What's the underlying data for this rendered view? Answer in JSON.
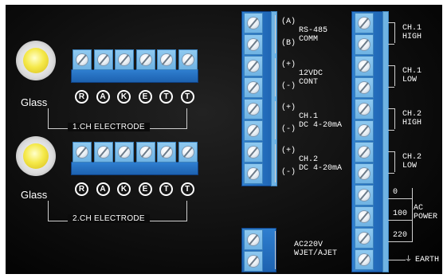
{
  "electrodes": [
    {
      "glass_label": "Glass",
      "letters": [
        "R",
        "A",
        "K",
        "E",
        "T",
        "T"
      ],
      "label": "1.CH ELECTRODE"
    },
    {
      "glass_label": "Glass",
      "letters": [
        "R",
        "A",
        "K",
        "E",
        "T",
        "T"
      ],
      "label": "2.CH ELECTRODE"
    }
  ],
  "middle_block": {
    "groups": [
      {
        "pins": [
          "(A)",
          "(B)"
        ],
        "name": "RS-485\nCOMM"
      },
      {
        "pins": [
          "(+)",
          "(-)"
        ],
        "name": "12VDC\nCONT"
      },
      {
        "pins": [
          "(+)",
          "(-)"
        ],
        "name": "CH.1\nDC 4-20mA"
      },
      {
        "pins": [
          "(+)",
          "(-)"
        ],
        "name": "CH.2\nDC 4-20mA"
      }
    ],
    "power": {
      "name": "AC220V\nWJET/AJET"
    }
  },
  "right_block": {
    "relays": [
      "CH.1\nHIGH",
      "CH.1\nLOW",
      "CH.2\nHIGH",
      "CH.2\nLOW"
    ],
    "ac_taps": [
      "0",
      "100",
      "220"
    ],
    "ac_label": "AC\nPOWER",
    "earth_label": "EARTH"
  },
  "colors": {
    "terminal": "#6fb3e3",
    "terminal_base": "#2f7fd0",
    "background": "#0a0a0a",
    "glass_core": "#f5e94a"
  }
}
